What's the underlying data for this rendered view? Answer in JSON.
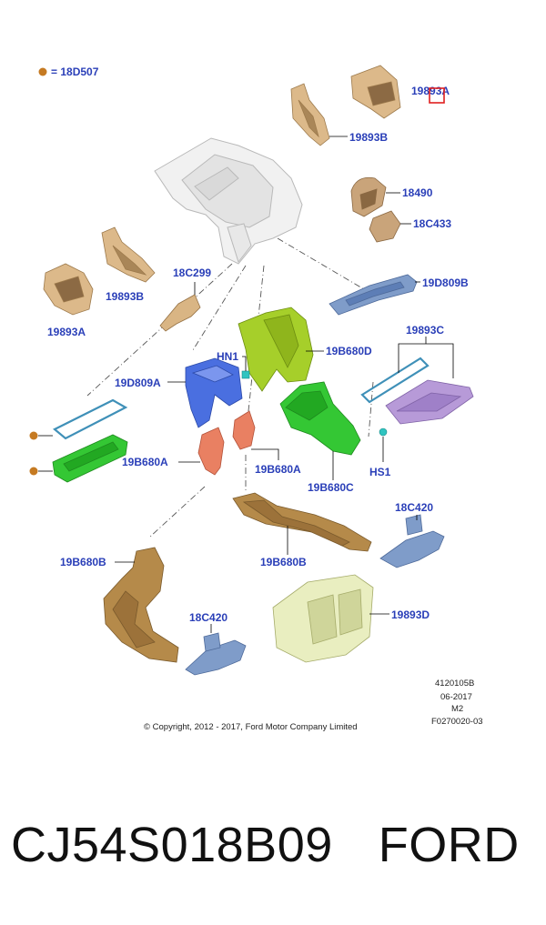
{
  "legend": {
    "symbol_label": "= 18D507",
    "dot_color": "#c57a22"
  },
  "callouts": {
    "c19893A_top": "19893A",
    "c19893B_top": "19893B",
    "c18490": "18490",
    "c18C433": "18C433",
    "c19893B_left": "19893B",
    "c19893A_left": "19893A",
    "c18C299": "18C299",
    "c19D809B": "19D809B",
    "c19B680D": "19B680D",
    "cHN1": "HN1",
    "c19D809A": "19D809A",
    "c19893C": "19893C",
    "c19B680A_left": "19B680A",
    "c19B680A_right": "19B680A",
    "c19B680C": "19B680C",
    "cHS1": "HS1",
    "c18C420_right": "18C420",
    "c19B680B_left": "19B680B",
    "c19B680B_center": "19B680B",
    "c18C420_bottom": "18C420",
    "c19893D": "19893D"
  },
  "meta": {
    "line1": "4120105B",
    "line2": "06-2017",
    "line3": "M2",
    "line4": "F0270020-03",
    "copyright": "© Copyright, 2012 - 2017, Ford Motor Company Limited"
  },
  "footer": {
    "part_number": "CJ54S018B09",
    "brand": "FORD"
  },
  "colors": {
    "label": "#2a3fb8",
    "tan": "#dcb98a",
    "blue_steel": "#7f9cc9",
    "blue_duct": "#4a6fe0",
    "green": "#34c734",
    "lime": "#a6cf2a",
    "salmon": "#e98062",
    "bronze": "#b58a4a",
    "purple": "#b79ad8",
    "cream": "#e9eec0",
    "teal_seal": "#3f90b8"
  }
}
